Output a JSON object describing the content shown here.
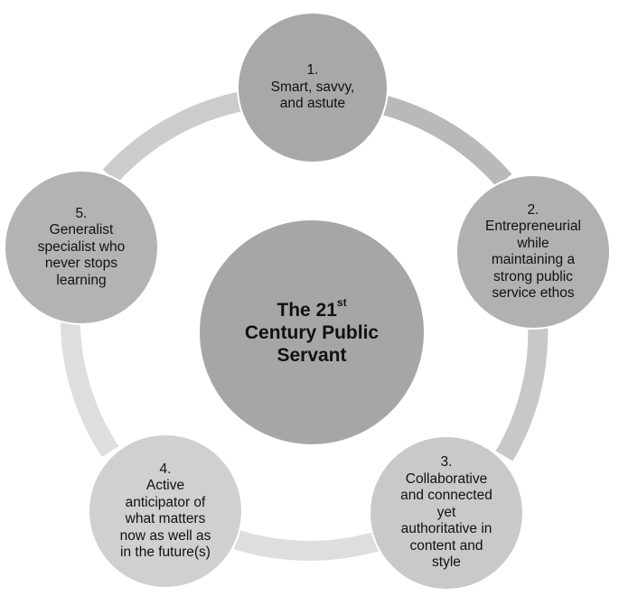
{
  "colors": {
    "background": "#ffffff",
    "center": "#a6a6a6",
    "node_1": "#a8a8a8",
    "node_2": "#b1b1b1",
    "node_3": "#c9c9c9",
    "node_4": "#d0d0d0",
    "node_5": "#b3b3b3",
    "ring_light": "#dedede",
    "ring_mid": "#c8c8c8",
    "ring_dark": "#b9b9b9",
    "text": "#111111"
  },
  "center": {
    "title_line1_main": "The 21",
    "title_line1_sup": "st",
    "title_line2": "Century Public",
    "title_line3": "Servant"
  },
  "nodes": [
    {
      "lines": [
        "1.",
        "Smart, savvy,",
        "and astute"
      ]
    },
    {
      "lines": [
        "2.",
        "Entrepreneurial",
        "while",
        "maintaining a",
        "strong public",
        "service ethos"
      ]
    },
    {
      "lines": [
        "3.",
        "Collaborative",
        "and connected",
        "yet",
        "authoritative in",
        "content and",
        "style"
      ]
    },
    {
      "lines": [
        "4.",
        "Active",
        "anticipator of",
        "what matters",
        "now as well as",
        "in the future(s)"
      ]
    },
    {
      "lines": [
        "5.",
        "Generalist",
        "specialist who",
        "never stops",
        "learning"
      ]
    }
  ]
}
